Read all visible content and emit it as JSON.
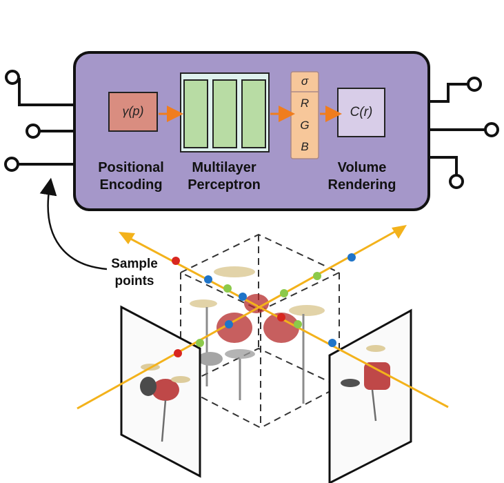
{
  "pipeline": {
    "encoding_fn": "γ(p)",
    "output_sigma": "σ",
    "output_r": "R",
    "output_g": "G",
    "output_b": "B",
    "render_fn": "C(r)",
    "label_encoding_1": "Positional",
    "label_encoding_2": "Encoding",
    "label_mlp_1": "Multilayer",
    "label_mlp_2": "Perceptron",
    "label_render_1": "Volume",
    "label_render_2": "Rendering"
  },
  "scene": {
    "sample_label_1": "Sample",
    "sample_label_2": "points"
  },
  "colors": {
    "panel_fill": "#a597c9",
    "encoding_fill": "#d98d80",
    "mlp_fill": "#b8dca4",
    "mlp_frame": "#dff2ee",
    "output_fill": "#f7c79a",
    "render_fill": "#d8cde8",
    "arrow_orange": "#f07d1e",
    "ray_yellow": "#f3b21b",
    "point_red": "#d8261f",
    "point_blue": "#1f74c8",
    "point_green": "#8cc94a"
  }
}
